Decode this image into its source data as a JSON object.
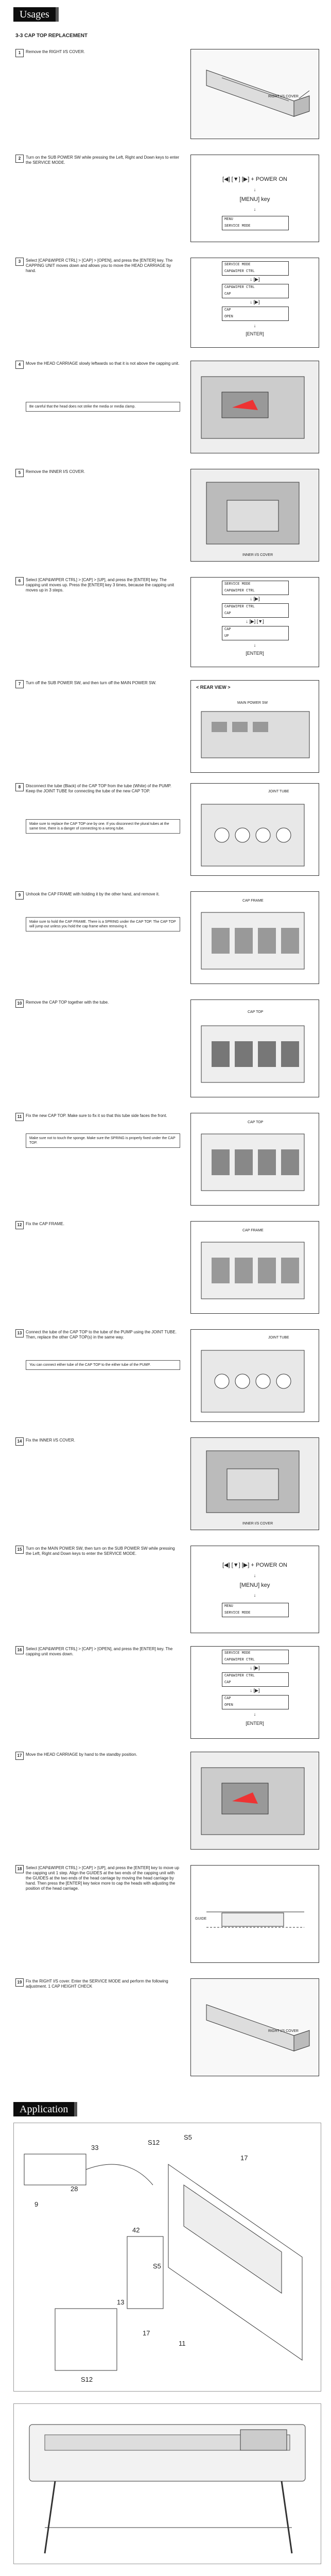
{
  "banners": {
    "usages": "Usages",
    "application": "Application"
  },
  "subtitle": "3-3 CAP TOP REPLACEMENT",
  "steps": [
    {
      "num": "1",
      "text": "Remove the RIGHT I/S COVER.",
      "caption": "RIGHT I/S COVER"
    },
    {
      "num": "2",
      "text": "Turn on the SUB POWER SW while pressing the Left, Right and Down keys to enter the SERVICE MODE.",
      "flow": [
        "[◀] [▼] [▶] + POWER ON",
        "[MENU] key"
      ],
      "lcd": [
        "MENU",
        "SERVICE MODE"
      ]
    },
    {
      "num": "3",
      "text": "Select [CAP&WIPER CTRL] > [CAP] > [OPEN], and press the [ENTER] key. The CAPPING UNIT moves down and allows you to move the HEAD CARRIAGE by hand.",
      "lcd": [
        "SERVICE MODE",
        "CAP&WIPER CTRL",
        "CAP&WIPER CTRL",
        "CAP",
        "CAP",
        "OPEN"
      ],
      "enter": "[ENTER]"
    },
    {
      "num": "4",
      "text": "Move the HEAD CARRIAGE slowly leftwards so that it is not above the capping unit.",
      "note": "Be careful that the head does not strike the media or media clamp."
    },
    {
      "num": "5",
      "text": "Remove the INNER I/S COVER.",
      "caption": "INNER I/S COVER"
    },
    {
      "num": "6",
      "text": "Select [CAP&WIPER CTRL] > [CAP] > [UP], and press the [ENTER] key. The capping unit moves up. Press the [ENTER] key 3 times, because the capping unit moves up in 3 steps.",
      "lcd": [
        "SERVICE MODE",
        "CAP&WIPER CTRL",
        "CAP&WIPER CTRL",
        "CAP",
        "CAP",
        "UP"
      ],
      "enter": "[ENTER]"
    },
    {
      "num": "7",
      "text": "Turn off the SUB POWER SW, and then turn off the MAIN POWER SW.",
      "rear": "< REAR VIEW >",
      "caption": "MAIN POWER SW"
    },
    {
      "num": "8",
      "text": "Disconnect the tube (Black) of the CAP TOP from the tube (White) of the PUMP. Keep the JOINT TUBE for connecting the tube of the new CAP TOP.",
      "note": "Make sure to replace the CAP TOP one by one. If you disconnect the plural tubes at the same time, there is a danger of connecting to a wrong tube.",
      "caption": "JOINT TUBE"
    },
    {
      "num": "9",
      "text": "Unhook the CAP FRAME with holding it by the other hand, and remove it.",
      "note": "Make sure to hold the CAP FRAME. There is a SPRING under the CAP TOP. The CAP TOP will jump out unless you hold the cap frame when removing it.",
      "caption": "CAP FRAME"
    },
    {
      "num": "10",
      "text": "Remove the CAP TOP together with the tube.",
      "caption": "CAP TOP"
    },
    {
      "num": "11",
      "text": "Fix the new CAP TOP. Make sure to fix it so that this tube side faces the front.",
      "note": "Make sure not to touch the sponge. Make sure the SPRING is properly fixed under the CAP TOP.",
      "caption": "CAP TOP"
    },
    {
      "num": "12",
      "text": "Fix the CAP FRAME.",
      "caption": "CAP FRAME"
    },
    {
      "num": "13",
      "text": "Connect the tube of the CAP TOP to the tube of the PUMP using the JOINT TUBE. Then, replace the other CAP TOP(s) in the same way.",
      "note": "You can connect either tube of the CAP TOP to the either tube of the PUMP.",
      "caption": "JOINT TUBE"
    },
    {
      "num": "14",
      "text": "Fix the INNER I/S COVER.",
      "caption": "INNER I/S COVER"
    },
    {
      "num": "15",
      "text": "Turn on the MAIN POWER SW, then turn on the SUB POWER SW while pressing the Left, Right and Down keys to enter the SERVICE MODE.",
      "flow": [
        "[◀] [▼] [▶] + POWER ON",
        "[MENU] key"
      ],
      "lcd": [
        "MENU",
        "SERVICE MODE"
      ]
    },
    {
      "num": "16",
      "text": "Select [CAP&WIPER CTRL] > [CAP] > [OPEN], and press the [ENTER] key. The capping unit moves down.",
      "lcd": [
        "SERVICE MODE",
        "CAP&WIPER CTRL",
        "CAP&WIPER CTRL",
        "CAP",
        "CAP",
        "OPEN"
      ],
      "enter": "[ENTER]"
    },
    {
      "num": "17",
      "text": "Move the HEAD CARRIAGE by hand to the standby position."
    },
    {
      "num": "18",
      "text": "Select [CAP&WIPER CTRL] > [CAP] > [UP], and press the [ENTER] key to move up the capping unit 1 step. Align the GUIDES at the two ends of the capping unit with the GUIDES at the two ends of the head carriage by moving the head carriage by hand. Then press the [ENTER] key twice more to cap the heads with adjusting the position of the head carriage.",
      "caption": "GUIDE"
    },
    {
      "num": "19",
      "text": "Fix the RIGHT I/S cover. Enter the SERVICE MODE and perform the following adjustment. 1 CAP HEIGHT CHECK",
      "caption": "RIGHT I/S COVER"
    }
  ],
  "application": {
    "part_labels": [
      "9",
      "28",
      "33",
      "S12",
      "S5",
      "17",
      "42",
      "S5",
      "13",
      "S12",
      "17",
      "11"
    ]
  }
}
